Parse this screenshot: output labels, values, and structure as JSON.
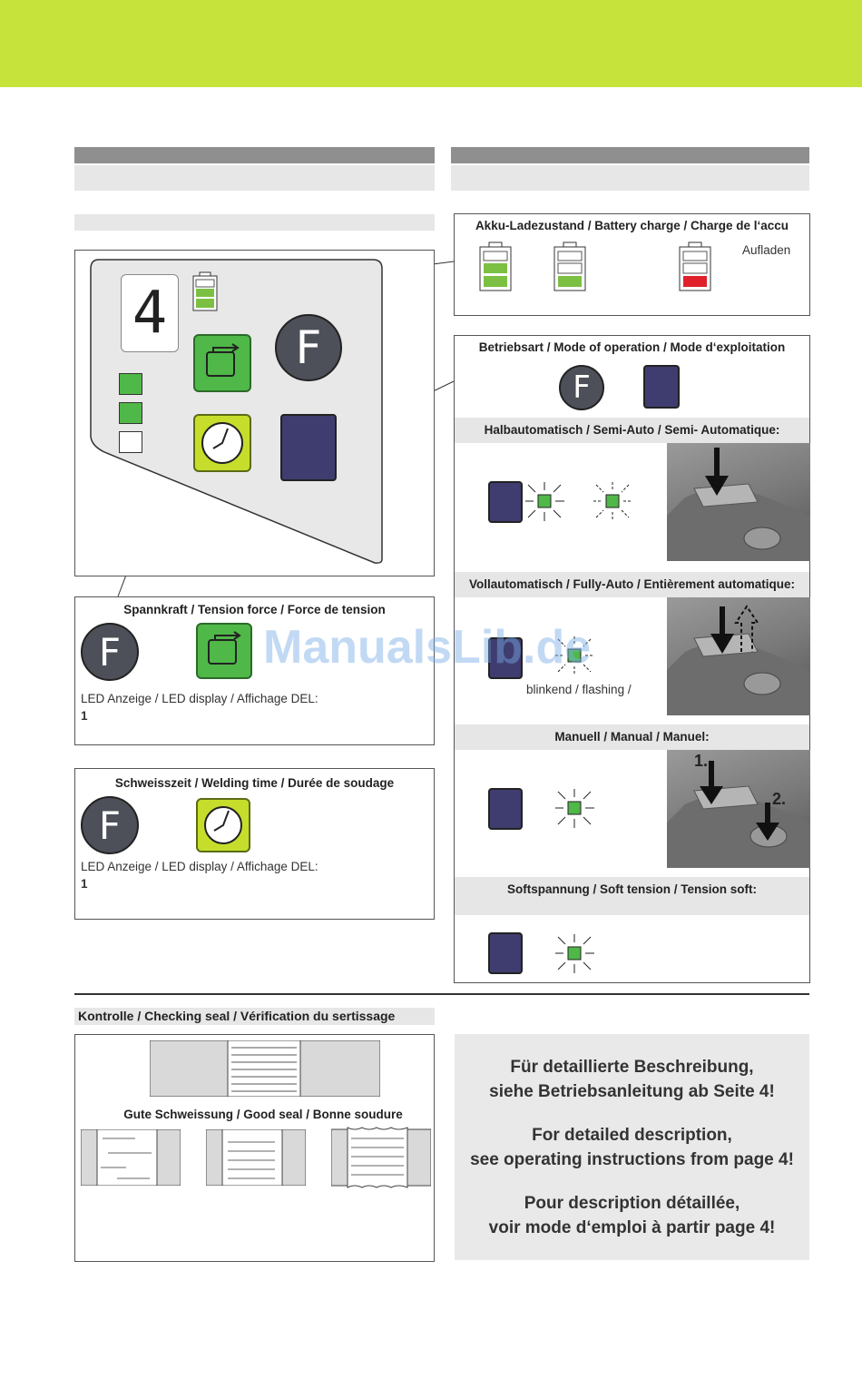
{
  "battery_section": {
    "title": "Akku-Ladezustand / Battery charge / Charge de l‘accu",
    "charge_label": "Aufladen"
  },
  "control_panel": {
    "display_digit": "4",
    "f_label": "F"
  },
  "mode_section": {
    "title": "Betriebsart / Mode of operation / Mode d‘exploitation",
    "f_label": "F",
    "semi_auto": "Halbautomatisch / Semi-Auto / Semi- Automatique:",
    "fully_auto": "Vollautomatisch / Fully-Auto / Entièrement automatique:",
    "blink_label": "blinkend / flashing /",
    "manual": "Manuell / Manual / Manuel:",
    "step1": "1.",
    "step2": "2.",
    "soft_tension": "Softspannung / Soft tension / Tension soft:"
  },
  "tension_section": {
    "title": "Spannkraft / Tension force / Force de tension",
    "f_label": "F",
    "led_label": "LED Anzeige / LED display / Affichage DEL:",
    "led_value": "1"
  },
  "welding_section": {
    "title": "Schweisszeit / Welding time / Durée de soudage",
    "f_label": "F",
    "led_label": "LED Anzeige / LED display / Affichage DEL:",
    "led_value": "1"
  },
  "seal_section": {
    "heading": "Kontrolle / Checking seal / Vérification du sertissage",
    "good_seal": "Gute Schweissung / Good seal / Bonne soudure"
  },
  "info_box": {
    "de_line1": "Für detaillierte Beschreibung,",
    "de_line2": "siehe Betriebsanleitung ab Seite 4!",
    "en_line1": "For detailed description,",
    "en_line2": "see operating instructions from page 4!",
    "fr_line1": "Pour description détaillée,",
    "fr_line2": "voir mode d‘emploi à partir page 4!"
  },
  "watermark": "ManualsLib.de",
  "colors": {
    "accent": "#c6e33b",
    "led_green": "#4fb848",
    "button_navy": "#3f3d6f",
    "battery_red": "#e0202a",
    "f_button": "#4d5059"
  }
}
